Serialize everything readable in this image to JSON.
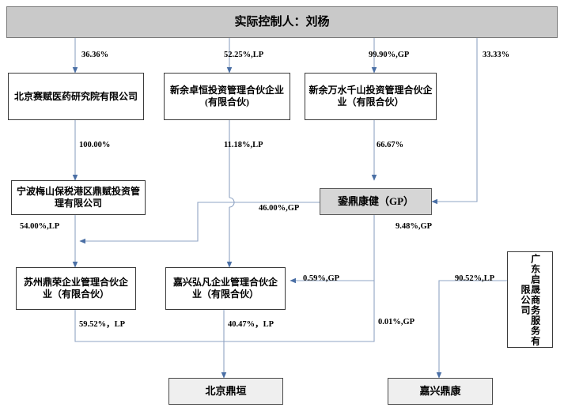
{
  "diagram": {
    "title_box": {
      "label": "实际控制人：刘杨"
    },
    "nodes": [
      {
        "id": "root",
        "label": "实际控制人：刘杨"
      },
      {
        "id": "saifu",
        "label": "北京赛赋医药研究院有限公司"
      },
      {
        "id": "zhuoheng",
        "label": "新余卓恒投资管理合伙企业(有限合伙)"
      },
      {
        "id": "wanshui",
        "label": "新余万水千山投资管理合伙企业（有限合伙）"
      },
      {
        "id": "ningbo",
        "label": "宁波梅山保税港区鼎赋投资管理有限公司"
      },
      {
        "id": "qiongding",
        "label": "銎鼎康健（GP）"
      },
      {
        "id": "suzhou",
        "label": "苏州鼎荣企业管理合伙企业（有限合伙）"
      },
      {
        "id": "jiaxinghf",
        "label": "嘉兴弘凡企业管理合伙企业（有限合伙）"
      },
      {
        "id": "guangdong",
        "label": "广东启晟商务服务有限公司"
      },
      {
        "id": "beijingdy",
        "label": "北京鼎垣"
      },
      {
        "id": "jiaxingdk",
        "label": "嘉兴鼎康"
      }
    ],
    "edge_labels": [
      {
        "id": "e1",
        "text": "36.36%"
      },
      {
        "id": "e2",
        "text": "52.25%,LP"
      },
      {
        "id": "e3",
        "text": "99.90%,GP"
      },
      {
        "id": "e4",
        "text": "33.33%"
      },
      {
        "id": "e5",
        "text": "100.00%"
      },
      {
        "id": "e6",
        "text": "11.18%,LP"
      },
      {
        "id": "e7",
        "text": "66.67%"
      },
      {
        "id": "e8",
        "text": "46.00%,GP"
      },
      {
        "id": "e9",
        "text": "54.00%,LP"
      },
      {
        "id": "e10",
        "text": "9.48%,GP"
      },
      {
        "id": "e11",
        "text": "0.59%,GP"
      },
      {
        "id": "e12",
        "text": "90.52%,LP"
      },
      {
        "id": "e13",
        "text": "59.52%，LP"
      },
      {
        "id": "e14",
        "text": "40.47%，LP"
      },
      {
        "id": "e15",
        "text": "0.01%,GP"
      }
    ],
    "colors": {
      "header_fill": "#c9c9c9",
      "gp_fill": "#d6d6d6",
      "bottom_fill": "#efefef",
      "line": "#8fa4c4",
      "box_border": "#3a3a3a"
    }
  }
}
